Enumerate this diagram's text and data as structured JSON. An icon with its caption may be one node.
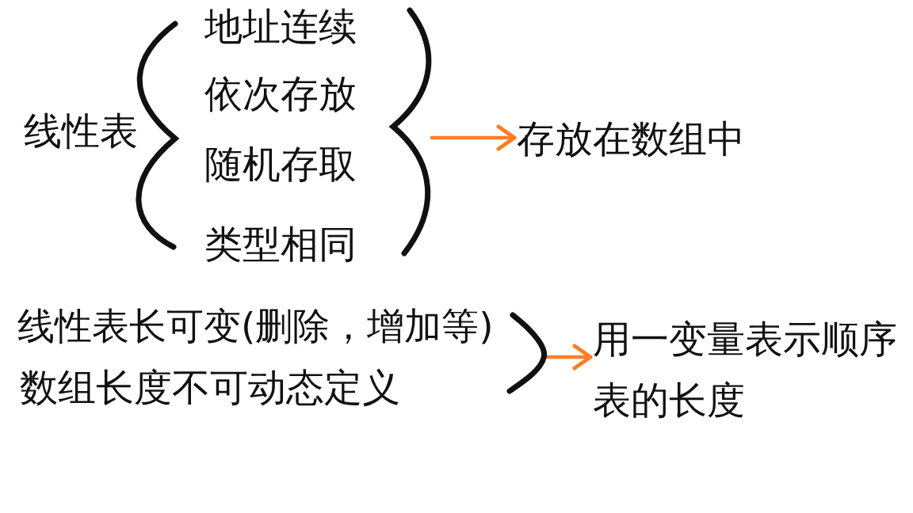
{
  "diagram": {
    "nodes": [
      {
        "text": [],
        "shape": "brace"
      },
      {
        "text": [
          "存放在数组中"
        ]
      },
      {
        "text": [],
        "shape": "brace"
      },
      {
        "text": [
          "用一变量表示顺序表的长度"
        ]
      }
    ],
    "edges": [
      {
        "from": 0,
        "to": 1,
        "arrow": "to"
      },
      {
        "from": 2,
        "to": 3,
        "arrow": "to"
      }
    ],
    "labels": [
      "线性表",
      "地址连续",
      "依次存放",
      "随机存取",
      "类型相同",
      "线性表长可变(删除，增加等)",
      "数组长度不可动态定义"
    ]
  }
}
